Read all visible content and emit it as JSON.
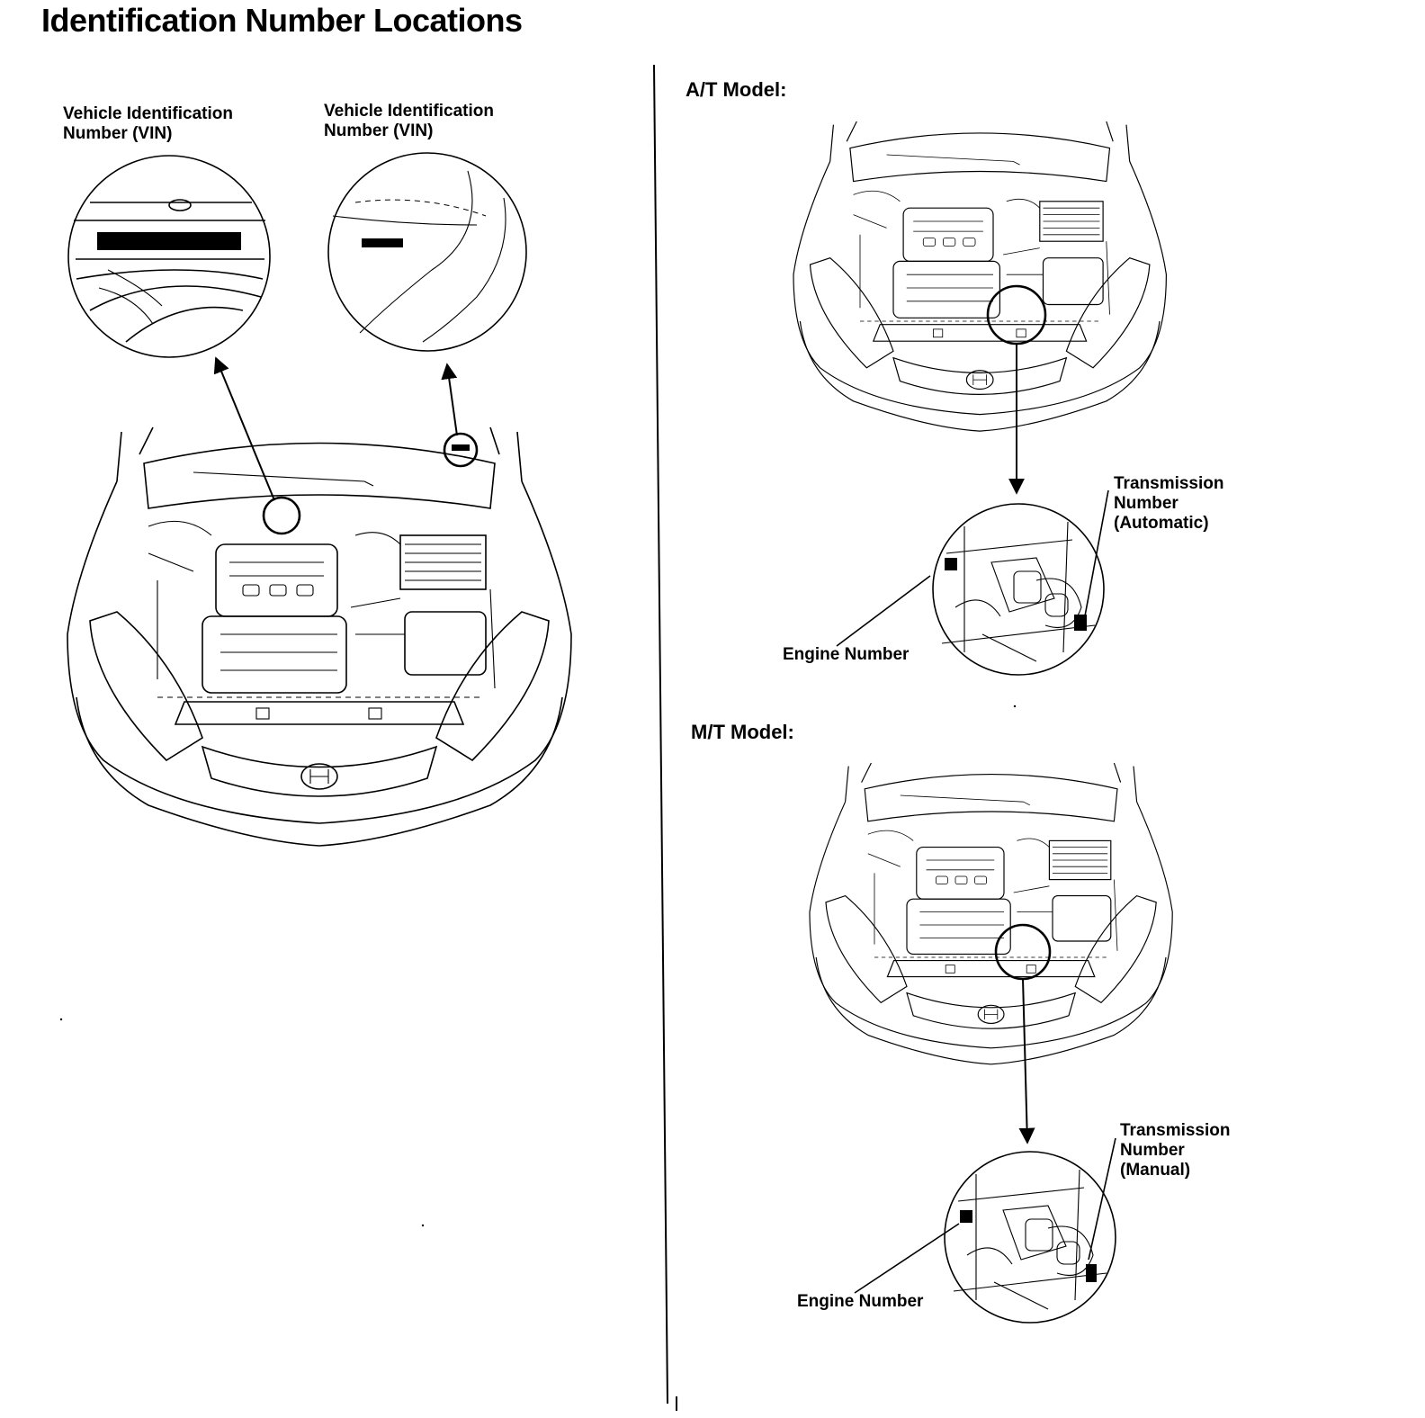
{
  "page": {
    "title": "Identification Number Locations"
  },
  "left_panel": {
    "vin_label_1": {
      "line1": "Vehicle Identification",
      "line2": "Number (VIN)"
    },
    "vin_label_2": {
      "line1": "Vehicle Identification",
      "line2": "Number (VIN)"
    }
  },
  "at_model": {
    "heading": "A/T Model:",
    "transmission_label": {
      "line1": "Transmission",
      "line2": "Number",
      "line3": "(Automatic)"
    },
    "engine_label": "Engine Number"
  },
  "mt_model": {
    "heading": "M/T Model:",
    "transmission_label": {
      "line1": "Transmission",
      "line2": "Number",
      "line3": "(Manual)"
    },
    "engine_label": "Engine Number"
  }
}
